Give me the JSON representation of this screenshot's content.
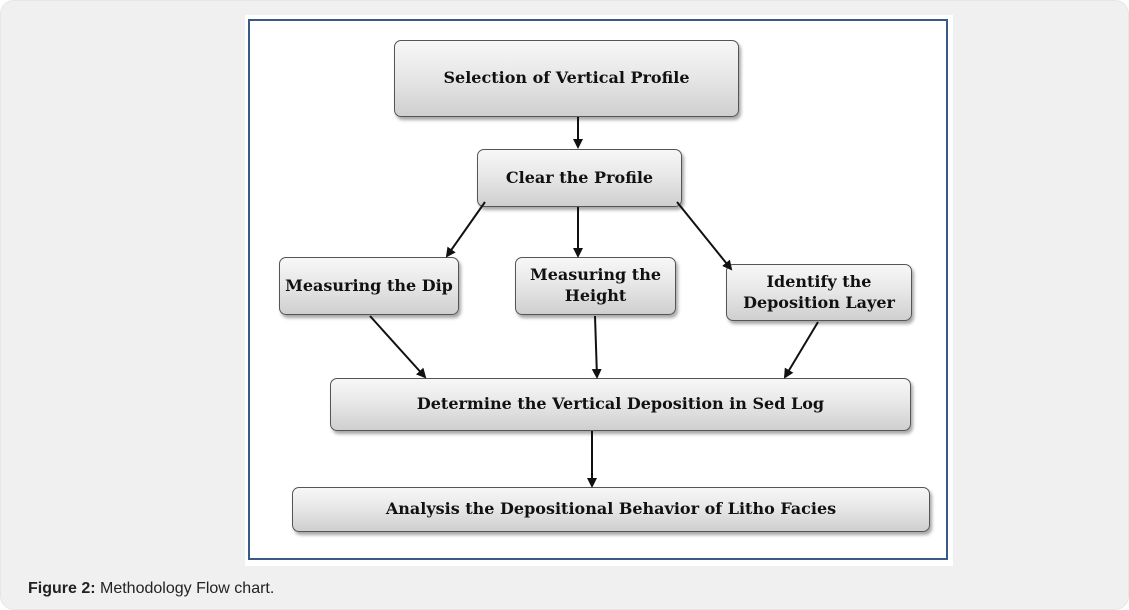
{
  "diagram": {
    "nodes": {
      "selection": "Selection of Vertical Profile",
      "clear": "Clear the Profile",
      "dip": "Measuring the Dip",
      "height_line1": "Measuring the",
      "height_line2": "Height",
      "identify_line1": "Identify the",
      "identify_line2": "Deposition Layer",
      "determine": "Determine the Vertical Deposition in Sed Log",
      "analysis": "Analysis the Depositional Behavior of Litho Facies"
    },
    "edges": [
      [
        "selection",
        "clear"
      ],
      [
        "clear",
        "dip"
      ],
      [
        "clear",
        "height"
      ],
      [
        "clear",
        "identify"
      ],
      [
        "dip",
        "determine"
      ],
      [
        "height",
        "determine"
      ],
      [
        "identify",
        "determine"
      ],
      [
        "determine",
        "analysis"
      ]
    ]
  },
  "caption": {
    "label": "Figure 2:",
    "text": " Methodology Flow chart."
  }
}
